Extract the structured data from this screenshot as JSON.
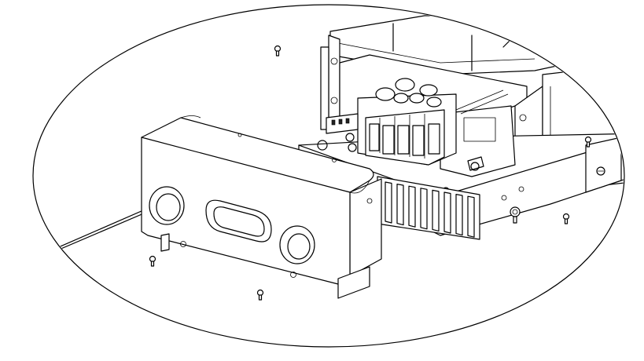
{
  "figure": {
    "type": "exploded-assembly-line-drawing",
    "callout_shape": "ellipse",
    "parts": [
      {
        "name": "inverter-housing"
      },
      {
        "name": "terminal-block"
      },
      {
        "name": "heat-sink"
      },
      {
        "name": "wiring-cover"
      },
      {
        "name": "cable-gland-hole-left"
      },
      {
        "name": "cable-gland-slot-center"
      },
      {
        "name": "cable-gland-hole-right"
      },
      {
        "name": "screws"
      },
      {
        "name": "cable"
      }
    ],
    "colors": {
      "line": "#000000",
      "background": "#ffffff",
      "shade": "#e6e6e6"
    }
  }
}
